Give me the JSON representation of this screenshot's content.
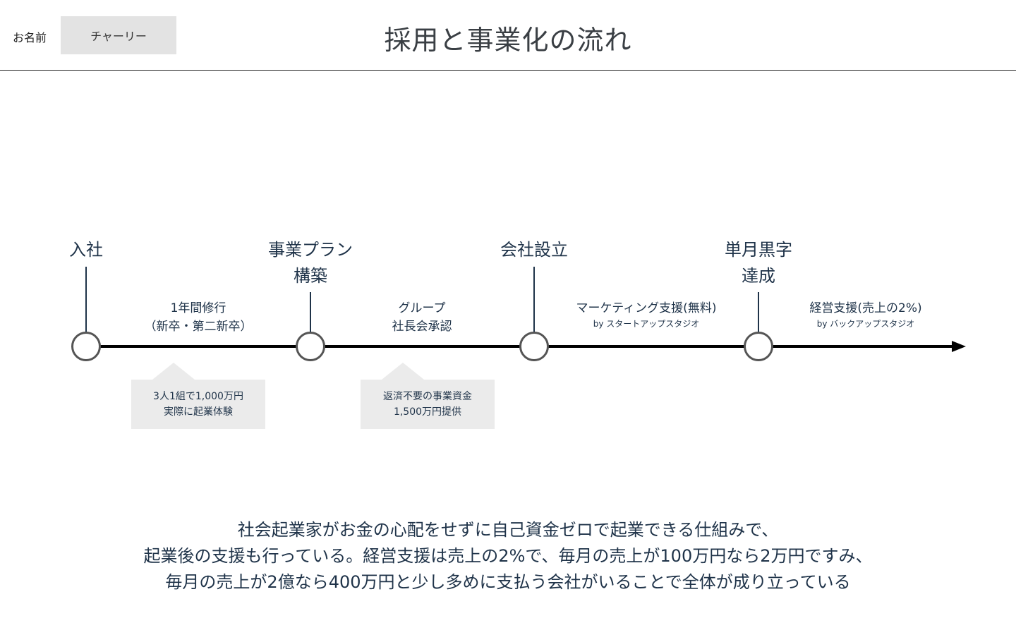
{
  "header": {
    "name_label": "お名前",
    "name_value": "チャーリー",
    "title": "採用と事業化の流れ"
  },
  "milestones": [
    {
      "label": "入社"
    },
    {
      "label": "事業プラン\n構築"
    },
    {
      "label": "会社設立"
    },
    {
      "label": "単月黒字\n達成"
    }
  ],
  "phases": [
    {
      "line1": "1年間修行",
      "line2": "（新卒・第二新卒）"
    },
    {
      "line1": "グループ",
      "line2": "社長会承認"
    },
    {
      "line1": "マーケティング支援(無料)",
      "line2": "by スタートアップスタジオ"
    },
    {
      "line1": "経営支援(売上の2%)",
      "line2": "by バックアップスタジオ"
    }
  ],
  "callouts": [
    {
      "line1": "3人1組で1,000万円",
      "line2": "実際に起業体験"
    },
    {
      "line1": "返済不要の事業資金",
      "line2": "1,500万円提供"
    }
  ],
  "summary": [
    "社会起業家がお金の心配をせずに自己資金ゼロで起業できる仕組みで、",
    "起業後の支援も行っている。経営支援は売上の2%で、毎月の売上が100万円なら2万円ですみ、",
    "毎月の売上が2億なら400万円と少し多めに支払う会社がいることで全体が成り立っている"
  ]
}
